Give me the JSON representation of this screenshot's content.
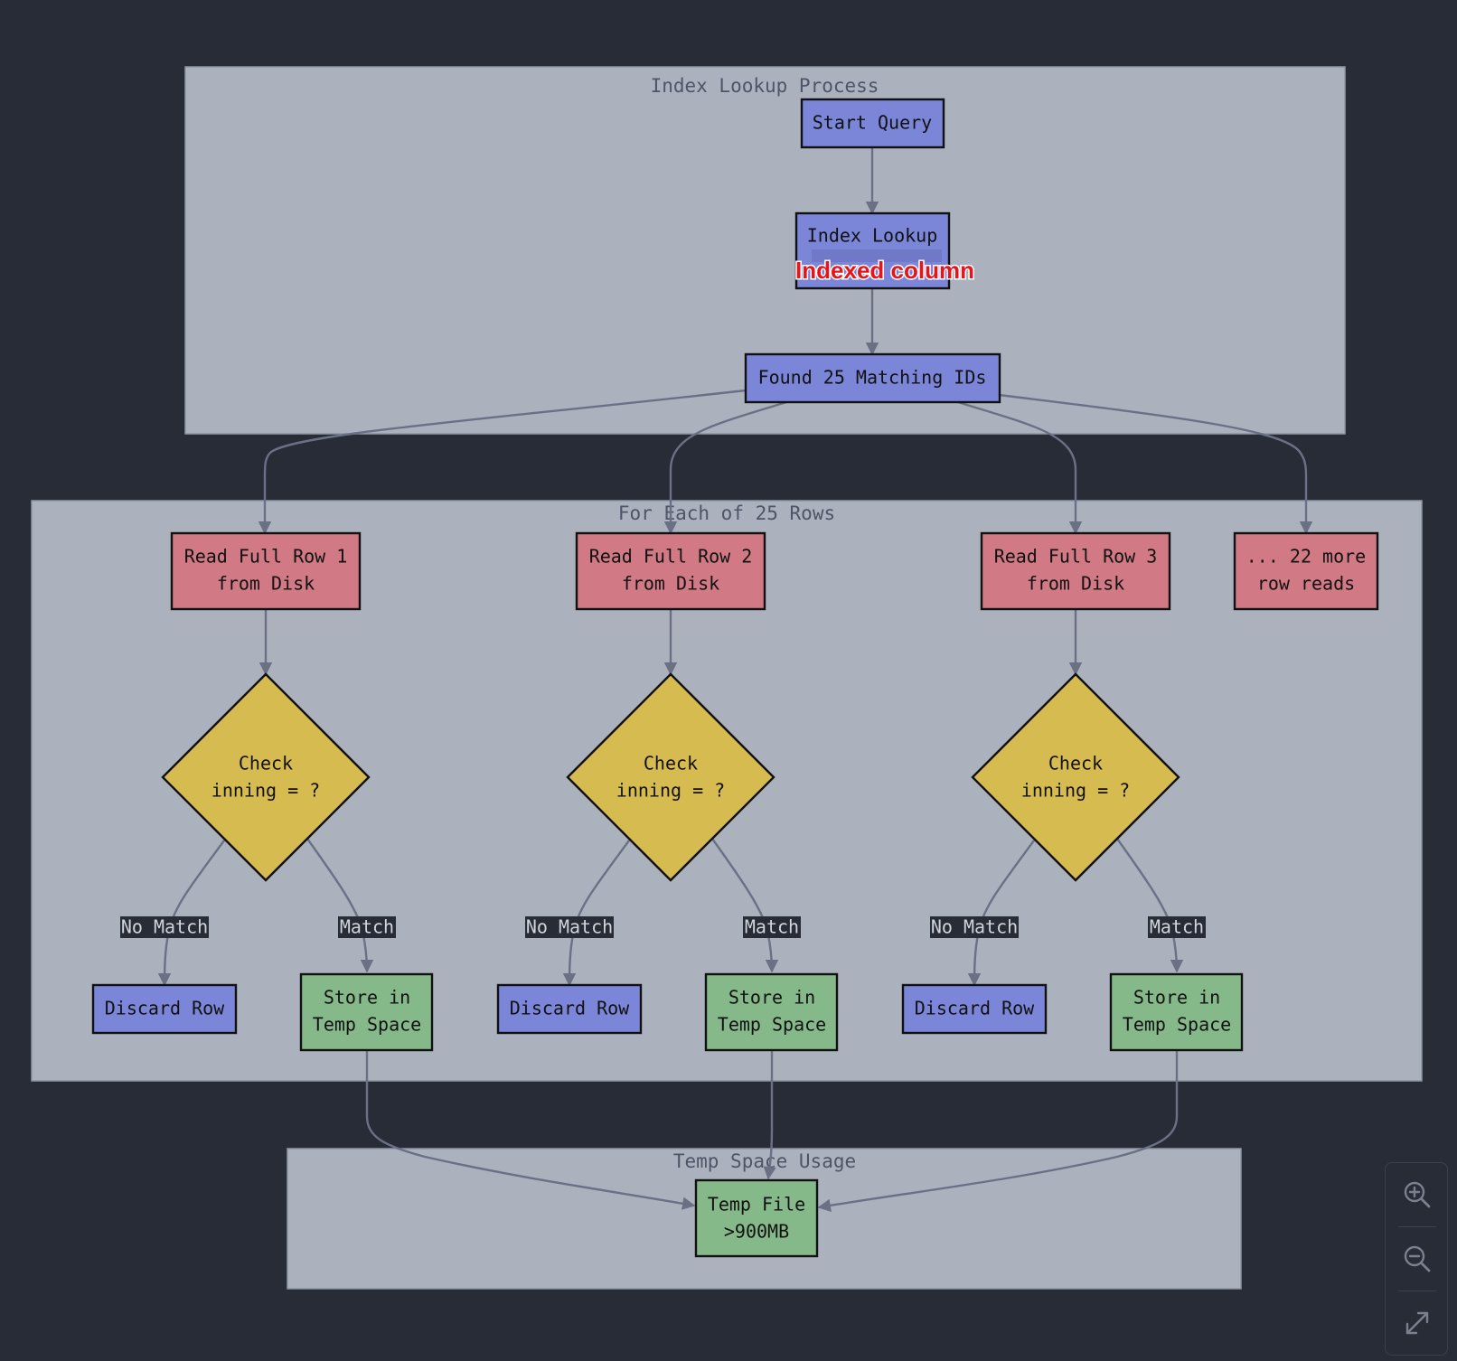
{
  "clusters": {
    "index": "Index Lookup Process",
    "rows": "For Each of 25 Rows",
    "temp": "Temp Space Usage"
  },
  "nodes": {
    "start": [
      "Start Query"
    ],
    "index_lookup": [
      "Index Lookup"
    ],
    "found": [
      "Found 25 Matching IDs"
    ],
    "read1": [
      "Read Full Row 1",
      "from Disk"
    ],
    "read2": [
      "Read Full Row 2",
      "from Disk"
    ],
    "read3": [
      "Read Full Row 3",
      "from Disk"
    ],
    "more": [
      "... 22 more",
      "row reads"
    ],
    "check": [
      "Check",
      "inning = ?"
    ],
    "discard": [
      "Discard Row"
    ],
    "store": [
      "Store in",
      "Temp Space"
    ],
    "tempfile": [
      "Temp File",
      ">900MB"
    ]
  },
  "edge_labels": {
    "no_match": "No Match",
    "match": "Match"
  },
  "annotation": "Indexed column",
  "colors": {
    "background": "#282c36",
    "cluster": "#abb1bd",
    "blue": "#7b86d8",
    "red": "#d17a85",
    "yellow": "#d6bb50",
    "green": "#86b98a",
    "edge": "#6b7185",
    "annotation": "#e8141c"
  },
  "controls": {
    "zoom_in_icon": "zoom-in-icon",
    "zoom_out_icon": "zoom-out-icon",
    "fit_icon": "expand-icon"
  }
}
